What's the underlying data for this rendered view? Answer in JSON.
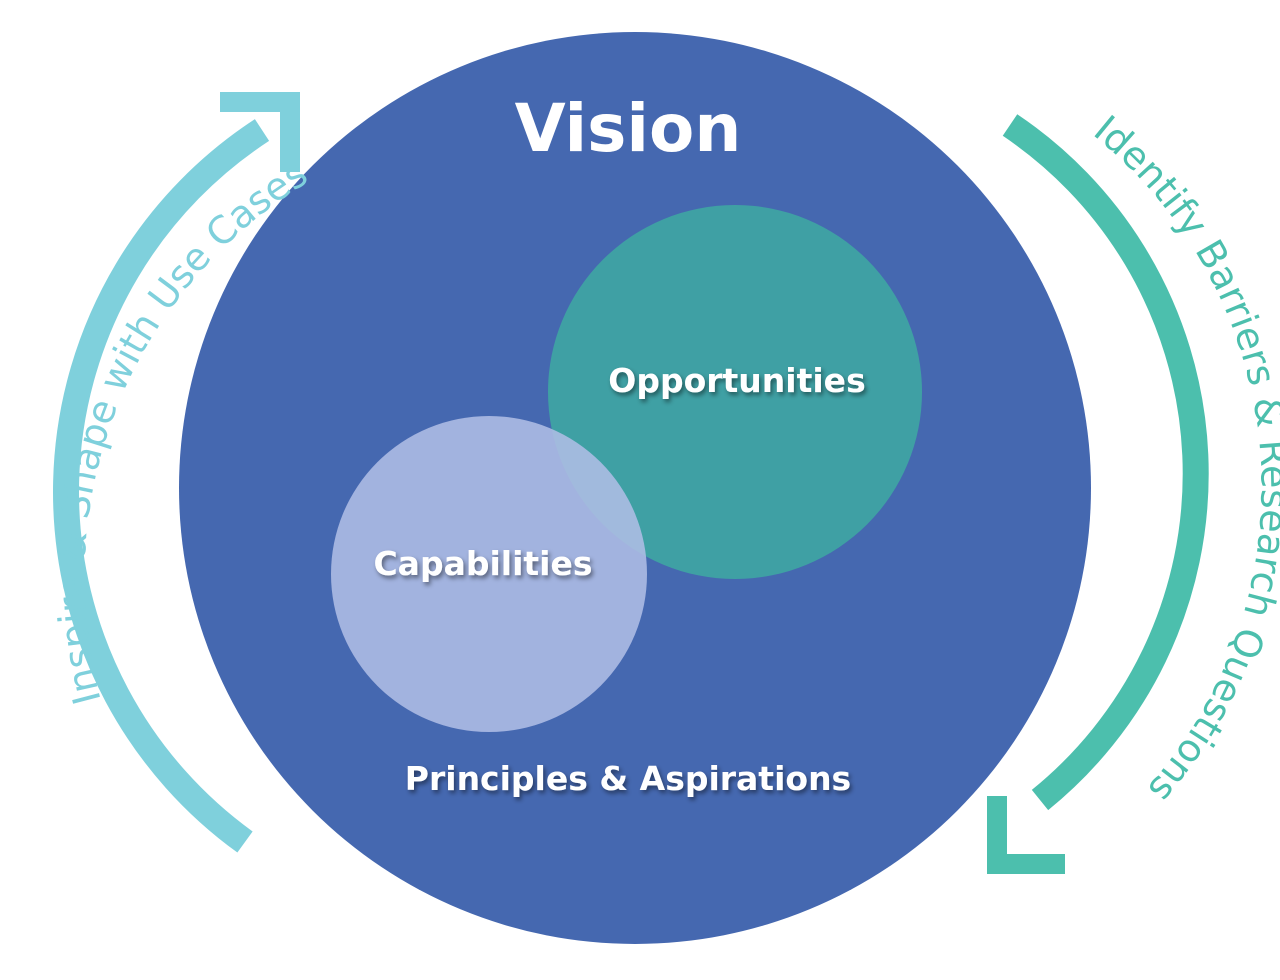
{
  "diagram": {
    "title": "Vision",
    "regions": {
      "opportunities": "Opportunities",
      "capabilities": "Capabilities",
      "base": "Principles & Aspirations"
    },
    "cycle": {
      "left": "Inspire & Shape with Use Cases",
      "right": "Identify Barriers & Research Questions"
    }
  },
  "colors": {
    "vision_circle": "#4568b0",
    "opportunities_circle": "#3eaaa2",
    "capabilities_circle": "#afbde5",
    "left_arrow": "#7fd0dc",
    "right_arrow": "#4cbfad",
    "text_light": "#ffffff"
  }
}
